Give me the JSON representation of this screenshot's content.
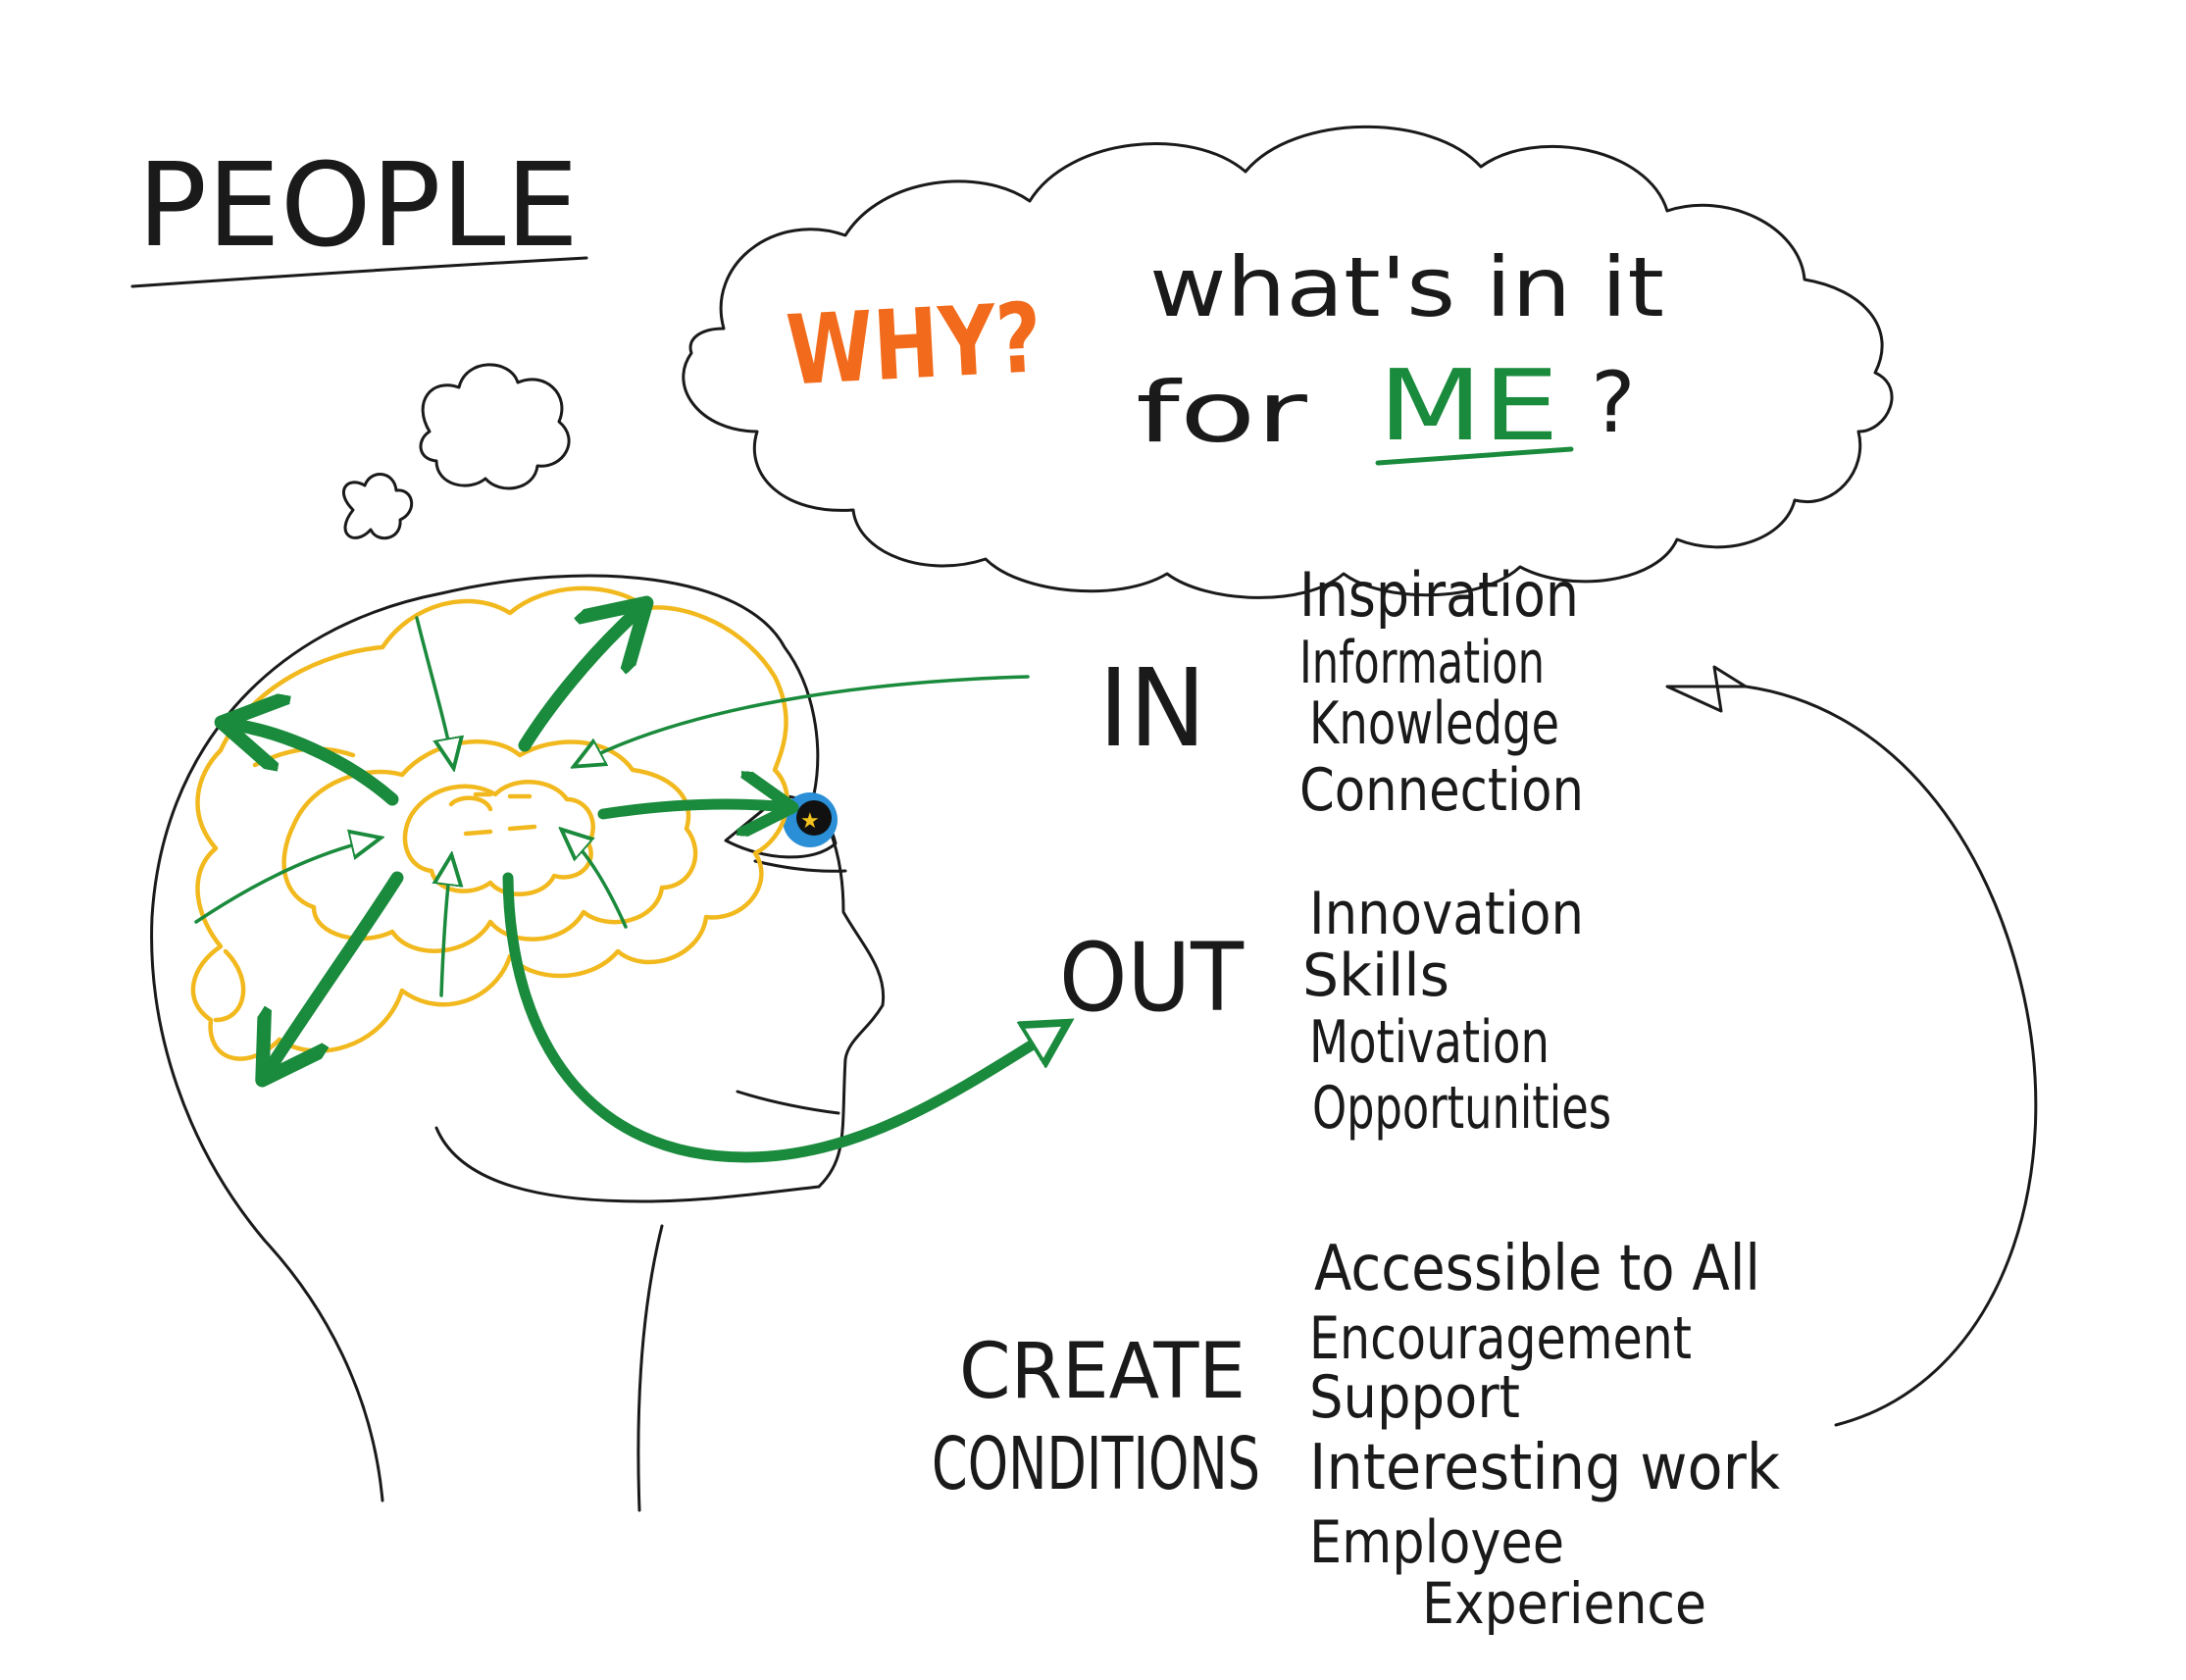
{
  "title": "PEOPLE",
  "cloud": {
    "why": "WHY?",
    "line1": "what's in it",
    "line2_prefix": "for",
    "me": "ME",
    "question": "?"
  },
  "in": {
    "label": "IN",
    "items": [
      "Inspiration",
      "Information",
      "Knowledge",
      "Connection"
    ]
  },
  "out": {
    "label": "OUT",
    "items": [
      "Innovation",
      "Skills",
      "Motivation",
      "Opportunities"
    ]
  },
  "conditions": {
    "label_line1": "CREATE",
    "label_line2": "CONDITIONS",
    "items": [
      "Accessible to All",
      "Encouragement",
      "Support",
      "Interesting work",
      "Employee",
      "Experience"
    ]
  },
  "colors": {
    "ink": "#1a1a1a",
    "why_orange": "#f26a1b",
    "me_green": "#1a8a3c",
    "brain_gold": "#f2b91e",
    "eye_blue": "#2a8fd6"
  }
}
